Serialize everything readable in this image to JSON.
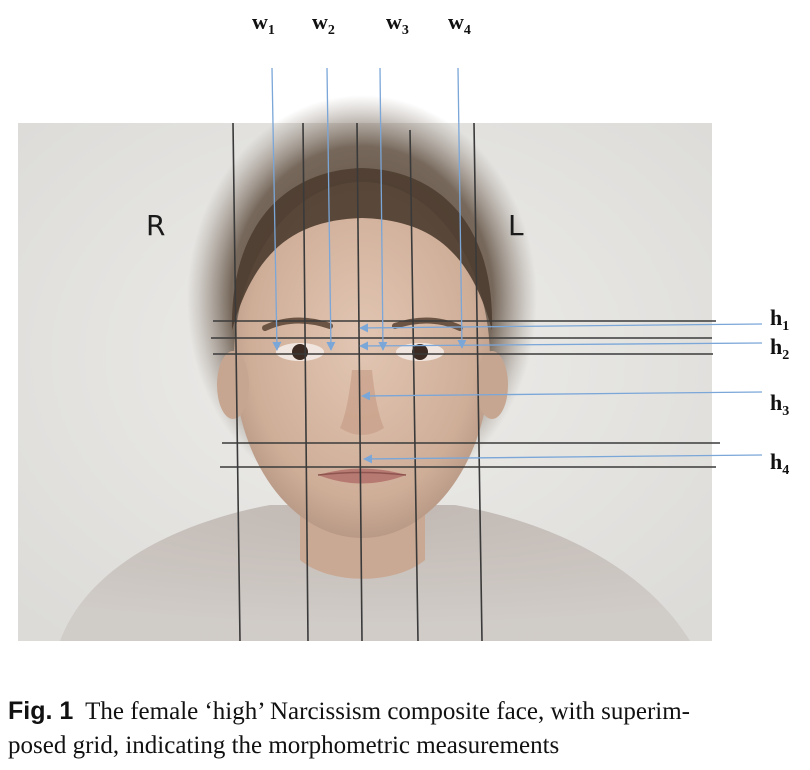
{
  "figure": {
    "labels_w": [
      {
        "base": "w",
        "sub": "1"
      },
      {
        "base": "w",
        "sub": "2"
      },
      {
        "base": "w",
        "sub": "3"
      },
      {
        "base": "w",
        "sub": "4"
      }
    ],
    "labels_h": [
      {
        "base": "h",
        "sub": "1"
      },
      {
        "base": "h",
        "sub": "2"
      },
      {
        "base": "h",
        "sub": "3"
      },
      {
        "base": "h",
        "sub": "4"
      }
    ],
    "side_right": "R",
    "side_left": "L",
    "colors": {
      "photo_bg": "#e7e6e3",
      "grid_line": "#3a3a3a",
      "arrow": "#7aa6d8",
      "hair": "#5a4a3c",
      "skin": "#d6b8a4"
    }
  },
  "caption": {
    "label": "Fig. 1",
    "text_line1": "The female ‘high’ Narcissism composite face, with superim-",
    "text_line2": "posed grid, indicating the morphometric measurements"
  }
}
